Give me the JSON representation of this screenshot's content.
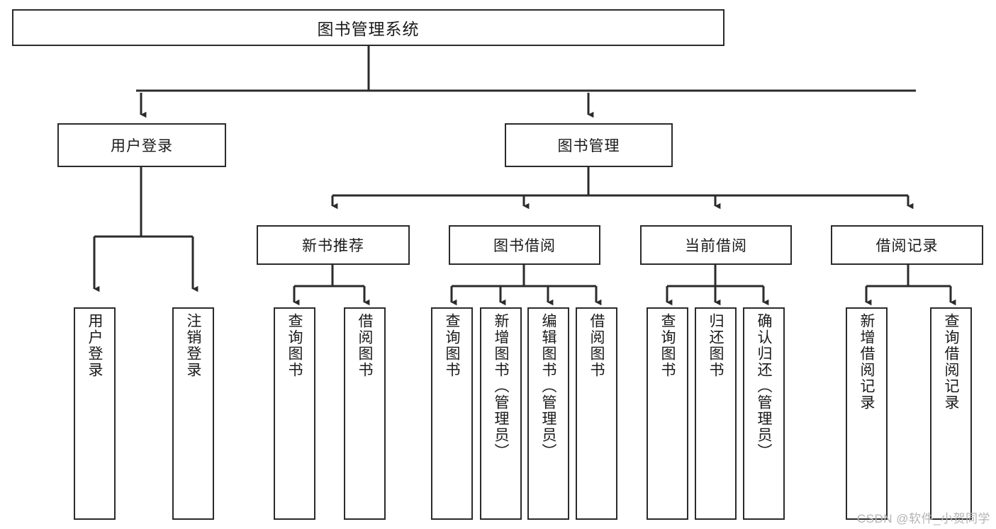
{
  "diagram": {
    "type": "tree-hierarchy",
    "title": "图书管理系统",
    "root": {
      "id": "root",
      "label": "图书管理系统"
    },
    "level2": [
      {
        "id": "user-login",
        "label": "用户登录"
      },
      {
        "id": "book-manage",
        "label": "图书管理"
      }
    ],
    "level3": [
      {
        "id": "new-book-recommend",
        "label": "新书推荐",
        "parent": "book-manage"
      },
      {
        "id": "book-borrow",
        "label": "图书借阅",
        "parent": "book-manage"
      },
      {
        "id": "current-borrow",
        "label": "当前借阅",
        "parent": "book-manage"
      },
      {
        "id": "borrow-record",
        "label": "借阅记录",
        "parent": "book-manage"
      }
    ],
    "leaves": {
      "user_login": [
        {
          "id": "leaf-user-login",
          "label": "用户登录"
        },
        {
          "id": "leaf-user-logout",
          "label": "注销登录"
        }
      ],
      "new_book_recommend": [
        {
          "id": "leaf-query-book-1",
          "label": "查询图书"
        },
        {
          "id": "leaf-borrow-book-1",
          "label": "借阅图书"
        }
      ],
      "book_borrow": [
        {
          "id": "leaf-query-book-2",
          "label": "查询图书"
        },
        {
          "id": "leaf-add-book",
          "label": "新增图书（管理员）"
        },
        {
          "id": "leaf-edit-book",
          "label": "编辑图书（管理员）"
        },
        {
          "id": "leaf-borrow-book-2",
          "label": "借阅图书"
        }
      ],
      "current_borrow": [
        {
          "id": "leaf-query-book-3",
          "label": "查询图书"
        },
        {
          "id": "leaf-return-book",
          "label": "归还图书"
        },
        {
          "id": "leaf-confirm-return",
          "label": "确认归还（管理员）"
        }
      ],
      "borrow_record": [
        {
          "id": "leaf-add-record",
          "label": "新增借阅记录"
        },
        {
          "id": "leaf-query-record",
          "label": "查询借阅记录"
        }
      ]
    }
  },
  "watermark": {
    "text": "CSDN @软件_小贺同学"
  },
  "colors": {
    "stroke": "#2b2b2b",
    "background": "#ffffff",
    "text": "#1a1a1a",
    "watermark": "#b4b4b4"
  }
}
